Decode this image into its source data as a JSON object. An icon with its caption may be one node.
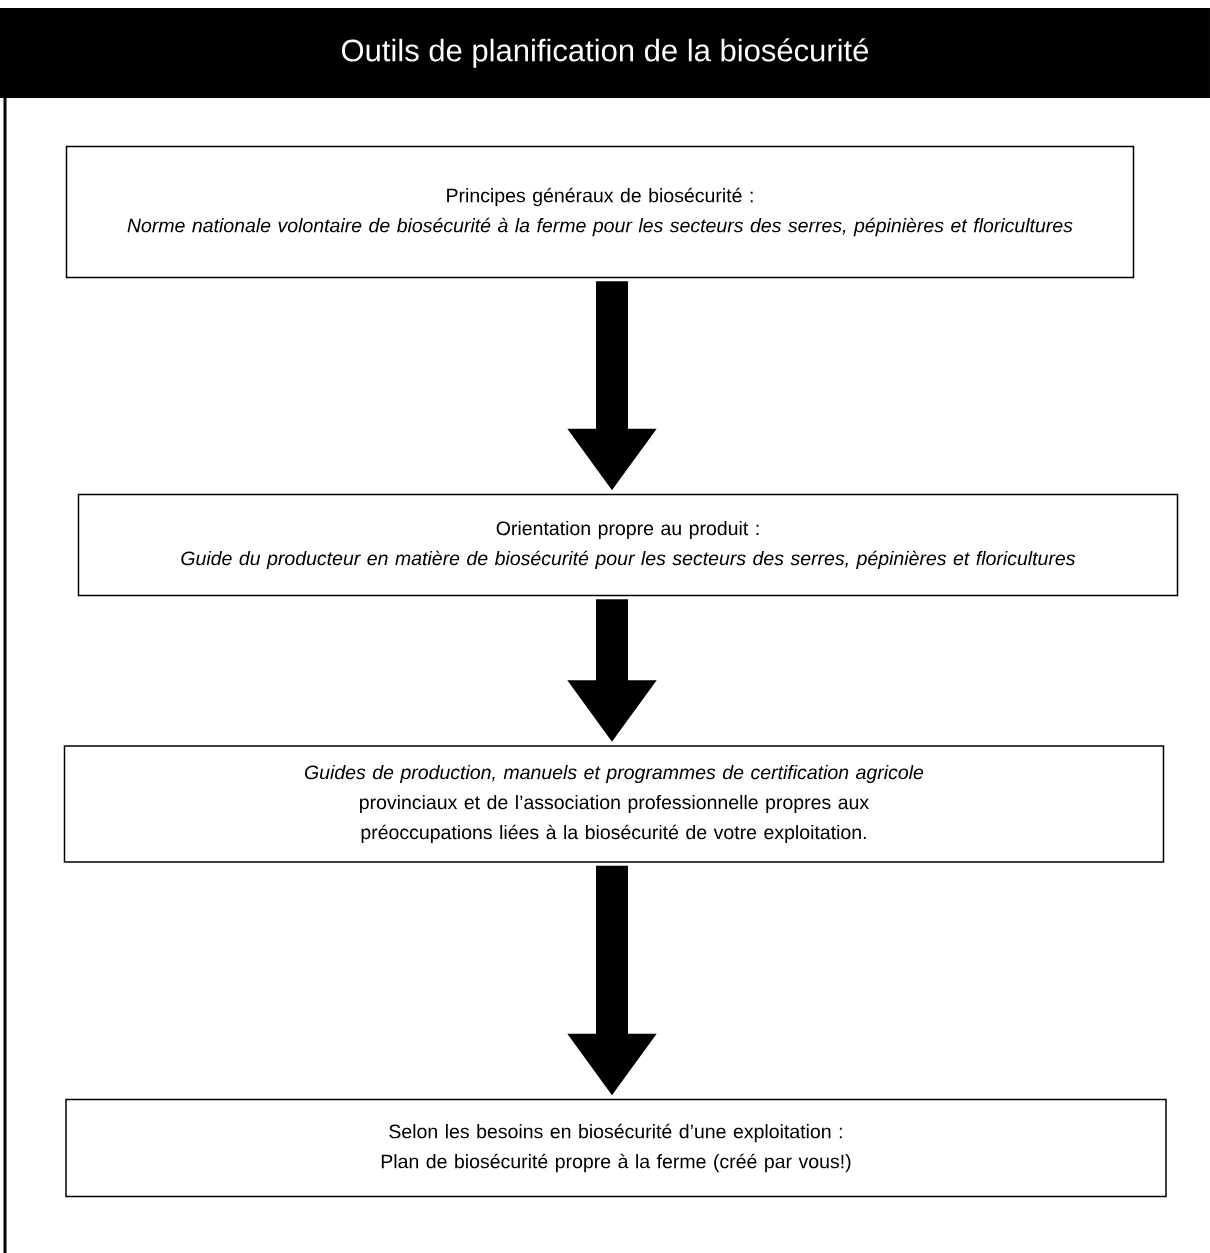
{
  "diagram": {
    "title": "Outils de planification de la biosécurité",
    "nodes": [
      {
        "text": [
          "Principes généraux de biosécurité :",
          "Norme nationale volontaire de biosécurité à la ferme pour les secteurs des serres, pépinières et floricultures"
        ]
      },
      {
        "text": [
          "Orientation propre au produit :",
          "Guide du producteur en matière de biosécurité pour les secteurs des serres, pépinières et floricultures"
        ]
      },
      {
        "text": [
          "Guides de production, manuels et programmes de certification agricole",
          "provinciaux et de l’association professionnelle propres aux préoccupations liées à la biosécurité de votre exploitation."
        ]
      },
      {
        "text": [
          "Selon les besoins en biosécurité d’une exploitation :",
          "Plan de biosécurité propre à la ferme (créé par vous!)"
        ]
      }
    ],
    "edges": [
      {
        "from": 0,
        "to": 1,
        "arrow": "to"
      },
      {
        "from": 1,
        "to": 2,
        "arrow": "to"
      },
      {
        "from": 2,
        "to": 3,
        "arrow": "to"
      }
    ]
  }
}
